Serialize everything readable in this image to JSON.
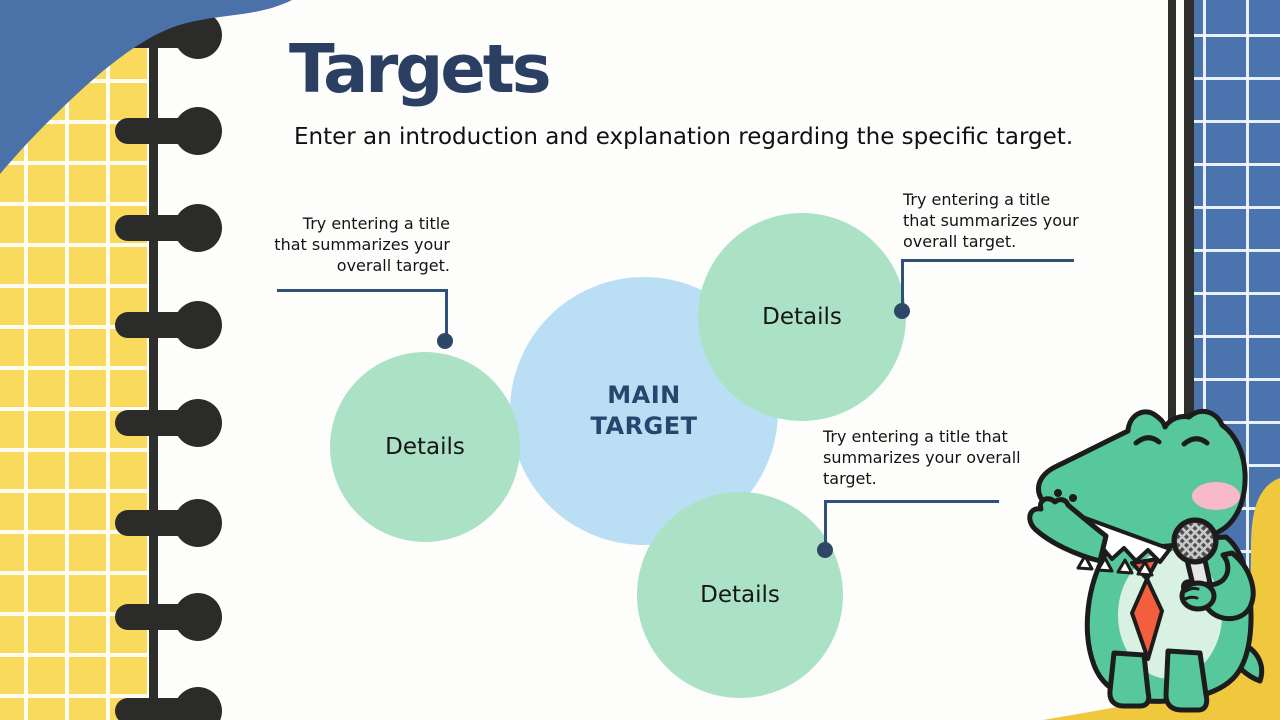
{
  "slide": {
    "title": "Targets",
    "subtitle": "Enter an introduction and explanation regarding the specific target.",
    "main_target": {
      "lines": [
        "MAIN",
        "TARGET"
      ]
    },
    "details": [
      {
        "label": "Details"
      },
      {
        "label": "Details"
      },
      {
        "label": "Details"
      }
    ],
    "callouts": [
      {
        "lines": [
          "Try entering a title",
          "that summarizes your",
          "overall target."
        ]
      },
      {
        "lines": [
          "Try entering a title",
          "that summarizes your",
          "overall target."
        ]
      },
      {
        "lines": [
          "Try entering a title that",
          "summarizes your overall",
          "target."
        ]
      }
    ],
    "mascot_icon": "crocodile-with-microphone-icon",
    "colors": {
      "title_navy": "#2b3f63",
      "callout_line_navy": "#30507a",
      "sky_circle": "#badff5",
      "mint_circle": "#abe2c6",
      "notebook_black": "#2b2b29",
      "left_band_yellow": "#f9da5c",
      "right_band_blue": "#4b73ad",
      "corner_blob_blue": "#4a71a8",
      "corner_blob_yellow": "#f0c83d",
      "mascot_green": "#57c79c"
    }
  }
}
